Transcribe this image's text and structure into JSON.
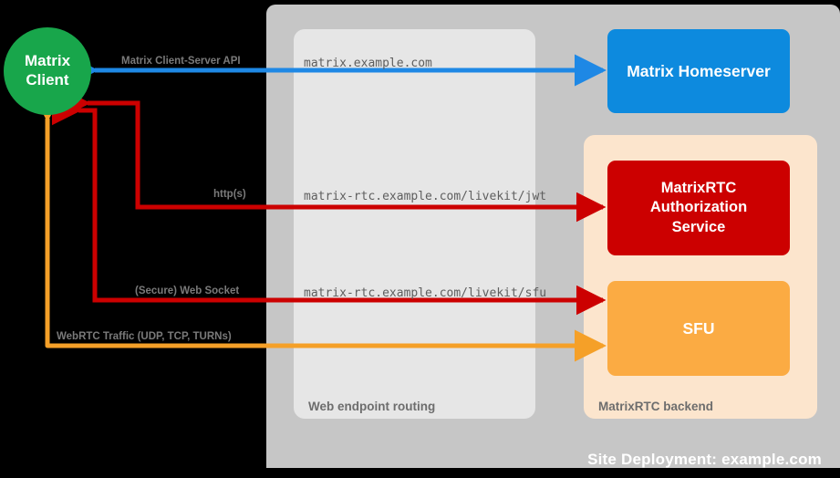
{
  "diagram": {
    "title": "Site Deployment: example.com",
    "nodes": {
      "client": {
        "line1": "Matrix",
        "line2": "Client",
        "color": "#18a64b"
      },
      "homeserver": {
        "label": "Matrix Homeserver",
        "color": "#0d8ade"
      },
      "auth_service": {
        "line1": "MatrixRTC",
        "line2": "Authorization",
        "line3": "Service",
        "color": "#cc0000"
      },
      "sfu": {
        "label": "SFU",
        "color": "#fbab43"
      }
    },
    "groups": {
      "web_routing": {
        "label": "Web endpoint routing",
        "color": "#e6e6e6"
      },
      "rtc_backend": {
        "label": "MatrixRTC backend",
        "color": "#fce5cd"
      },
      "site": {
        "color": "#c6c6c6"
      }
    },
    "edges": [
      {
        "protocol": "Matrix Client-Server API",
        "endpoint": "matrix.example.com",
        "color": "#1e88e5",
        "direction": "bidirectional"
      },
      {
        "protocol": "http(s)",
        "endpoint": "matrix-rtc.example.com/livekit/jwt",
        "color": "#cc0000",
        "direction": "bidirectional"
      },
      {
        "protocol": "(Secure) Web Socket",
        "endpoint": "matrix-rtc.example.com/livekit/sfu",
        "color": "#cc0000",
        "direction": "bidirectional"
      },
      {
        "protocol": "WebRTC Traffic (UDP, TCP, TURNs)",
        "endpoint": "",
        "color": "#f5a028",
        "direction": "bidirectional"
      }
    ]
  }
}
